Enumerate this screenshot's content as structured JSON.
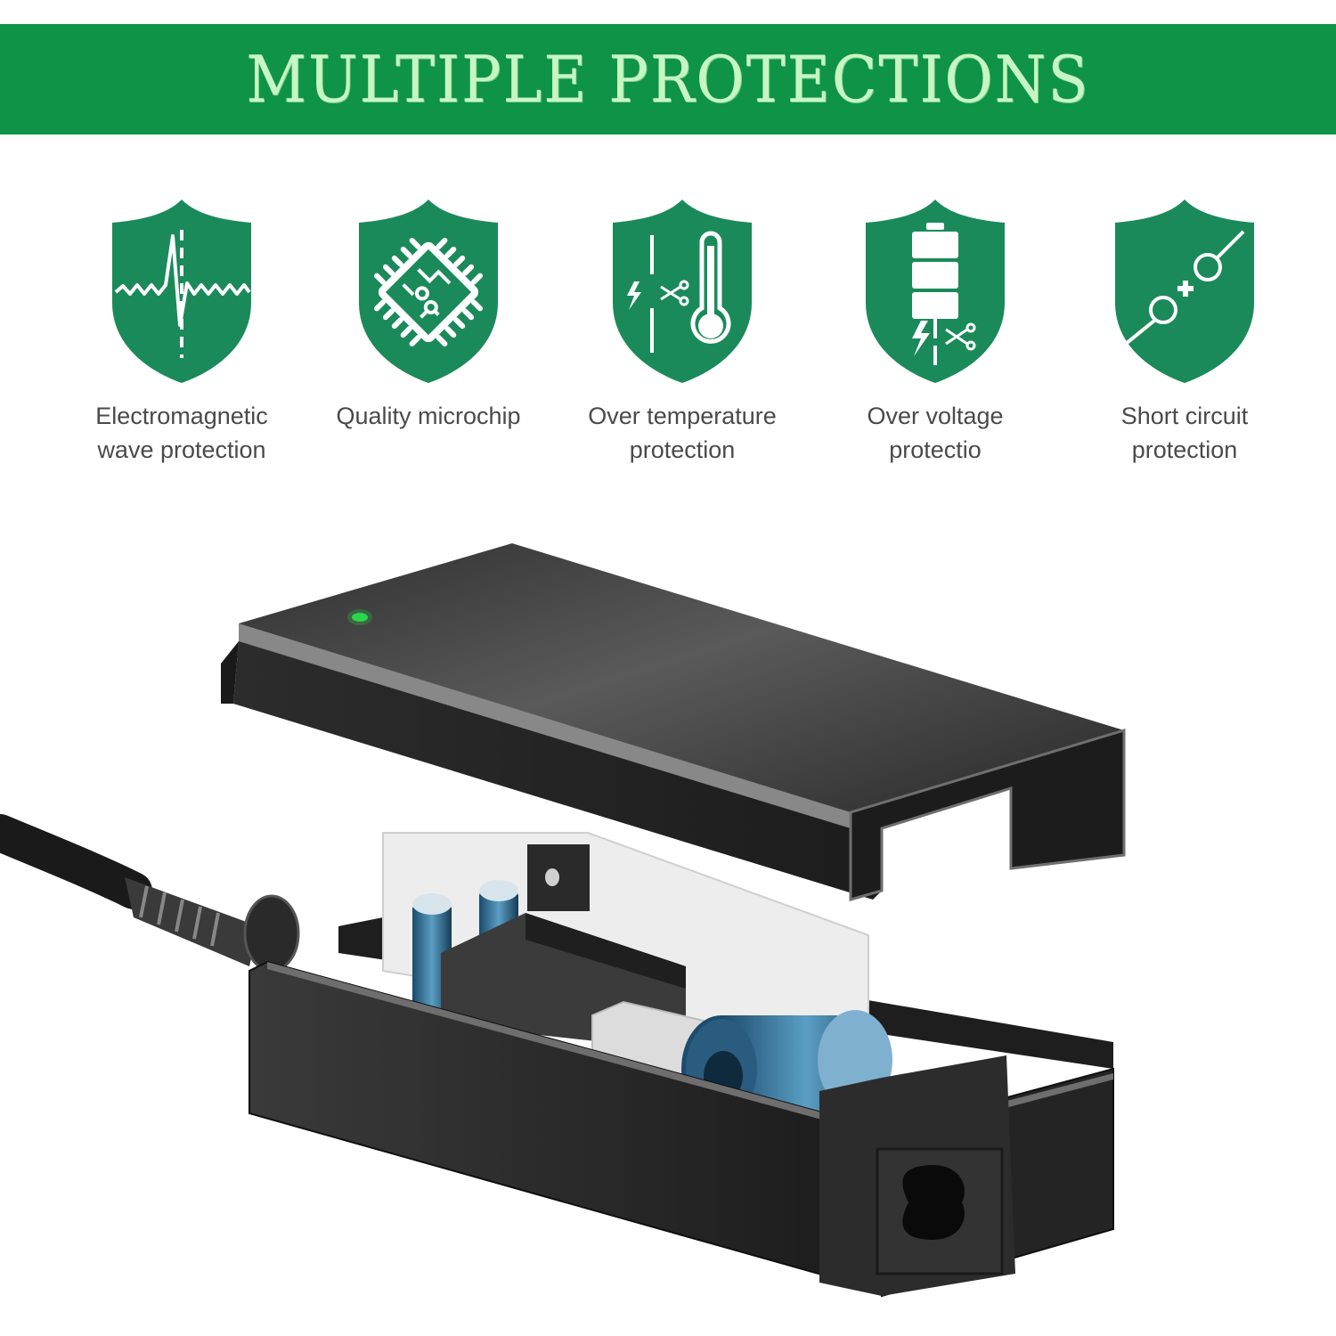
{
  "header": {
    "title": "MULTIPLE PROTECTIONS",
    "background_color": "#0f9447",
    "title_color": "#c8f5c4"
  },
  "features": [
    {
      "icon": "emi-wave-icon",
      "label": "Electromagnetic\nwave protection"
    },
    {
      "icon": "microchip-icon",
      "label": "Quality microchip"
    },
    {
      "icon": "thermometer-cutoff-icon",
      "label": "Over temperature\nprotection"
    },
    {
      "icon": "battery-cutoff-icon",
      "label": "Over voltage\nprotectio"
    },
    {
      "icon": "short-circuit-icon",
      "label": "Short circuit\nprotection"
    }
  ],
  "shield_color": "#1b8a5a",
  "product": {
    "description": "Exploded view of black power adapter showing internal circuit board",
    "led_color": "#2bd64a"
  }
}
